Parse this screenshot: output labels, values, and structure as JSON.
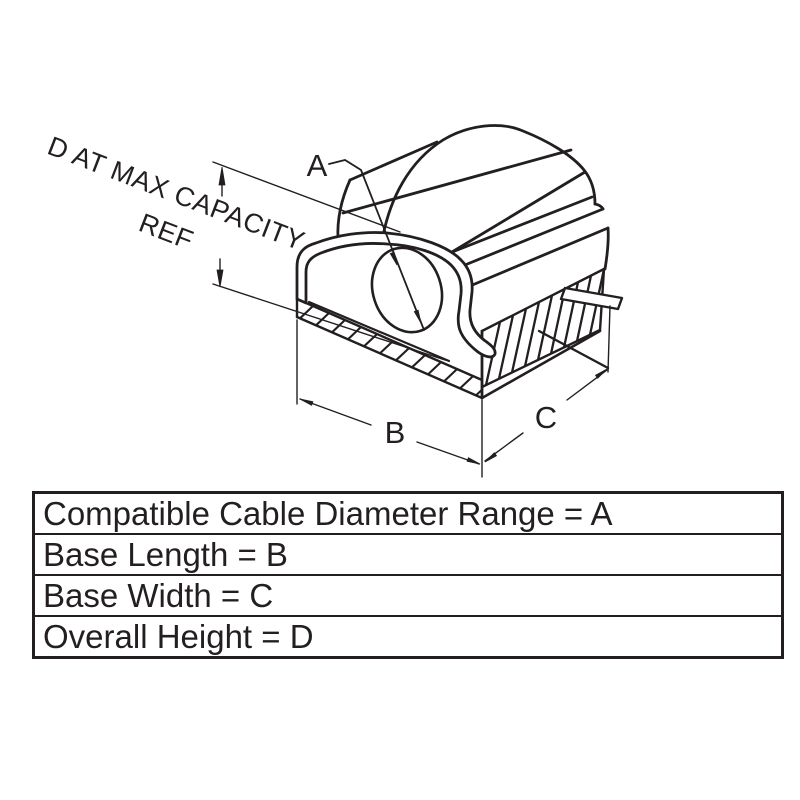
{
  "drawing": {
    "subject": "adhesive-backed cable clip isometric drawing",
    "line_color": "#231f20",
    "background_color": "#ffffff",
    "dim_note": {
      "line1": "D AT MAX CAPACITY",
      "line2": "REF"
    },
    "dim_labels": {
      "a": "A",
      "b": "B",
      "c": "C"
    }
  },
  "legend_table": {
    "rows": [
      "Compatible Cable Diameter Range = A",
      "Base Length = B",
      "Base Width = C",
      "Overall Height = D"
    ]
  }
}
